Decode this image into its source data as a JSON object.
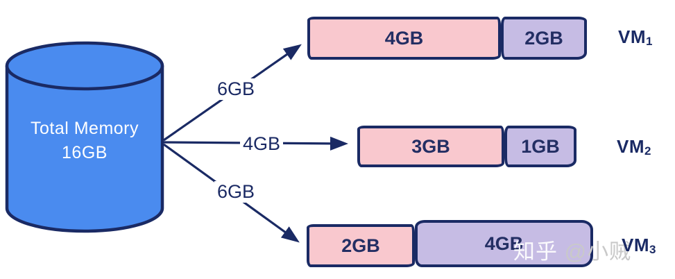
{
  "cylinder": {
    "line1": "Total Memory",
    "line2": "16GB"
  },
  "arrows": [
    {
      "label": "6GB",
      "target": "VM1"
    },
    {
      "label": "4GB",
      "target": "VM2"
    },
    {
      "label": "6GB",
      "target": "VM3"
    }
  ],
  "vms": [
    {
      "base": "VM",
      "sub": "1",
      "segments": [
        {
          "label": "4GB"
        },
        {
          "label": "2GB"
        }
      ]
    },
    {
      "base": "VM",
      "sub": "2",
      "segments": [
        {
          "label": "3GB"
        },
        {
          "label": "1GB"
        }
      ]
    },
    {
      "base": "VM",
      "sub": "3",
      "segments": [
        {
          "label": "2GB"
        },
        {
          "label": "4GB"
        }
      ]
    }
  ],
  "watermark": {
    "brand": "知乎",
    "handle": "@小贼"
  },
  "colors": {
    "outline_navy": "#1a2a64",
    "cylinder_blue": "#4a8bef",
    "segment_pink": "#f9c8ce",
    "segment_purple": "#c6bce4",
    "cylinder_text": "#ffffff",
    "watermark_gray": "#c9c9c9"
  }
}
